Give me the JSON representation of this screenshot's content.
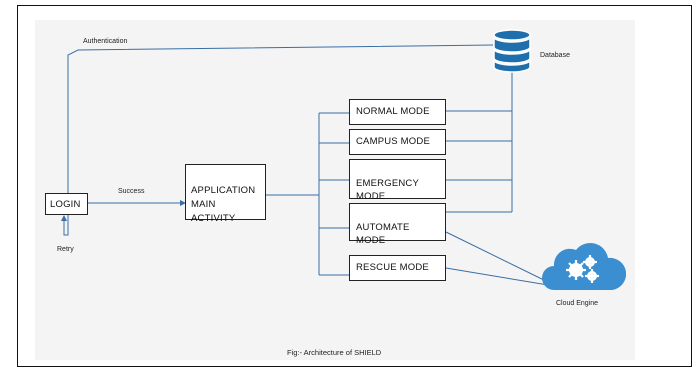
{
  "diagram": {
    "nodes": {
      "login": "LOGIN",
      "app": "APPLICATION\nMAIN\nACTIVITY",
      "normal": "NORMAL MODE",
      "campus": "CAMPUS MODE",
      "emergency": "EMERGENCY\nMODE",
      "automate": "AUTOMATE\nMODE",
      "rescue": "RESCUE MODE"
    },
    "edges": {
      "authentication": "Authentication",
      "success": "Success",
      "retry": "Retry"
    },
    "external": {
      "database": "Database",
      "cloud": "Cloud Engine"
    },
    "caption": "Fig:- Architecture of SHIELD",
    "colors": {
      "database": "#1f6fad",
      "cloud": "#3b8fd0",
      "line": "#3a6ea5"
    },
    "icons": [
      "database-icon",
      "cloud-gears-icon"
    ]
  }
}
